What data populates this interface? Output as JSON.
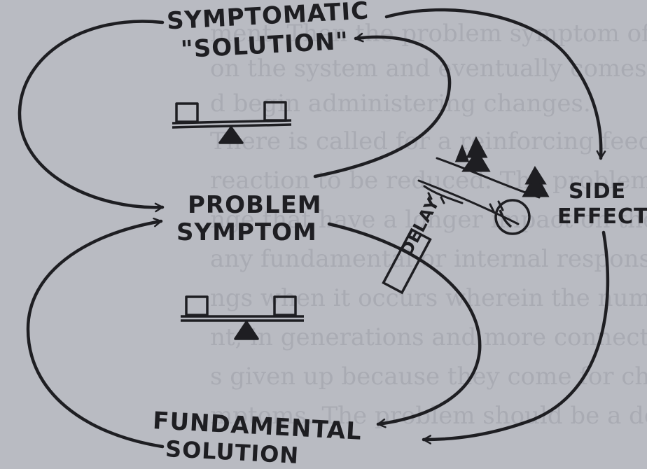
{
  "diagram": {
    "symptomatic_solution": [
      "SYMPTOMATIC",
      "\"SOLUTION\""
    ],
    "problem_symptom": [
      "PROBLEM",
      "SYMPTOM"
    ],
    "fundamental_solution": [
      "FUNDAMENTAL",
      "SOLUTION"
    ],
    "side_effect": [
      "SIDE",
      "EFFECT"
    ],
    "delay": "DELAY"
  },
  "colors": {
    "ink": "#1e1e22",
    "paper": "#b9bbc2"
  },
  "icons": [
    "balance-icon-upper",
    "balance-icon-lower",
    "hill-with-trees-icon",
    "snowball-icon"
  ]
}
